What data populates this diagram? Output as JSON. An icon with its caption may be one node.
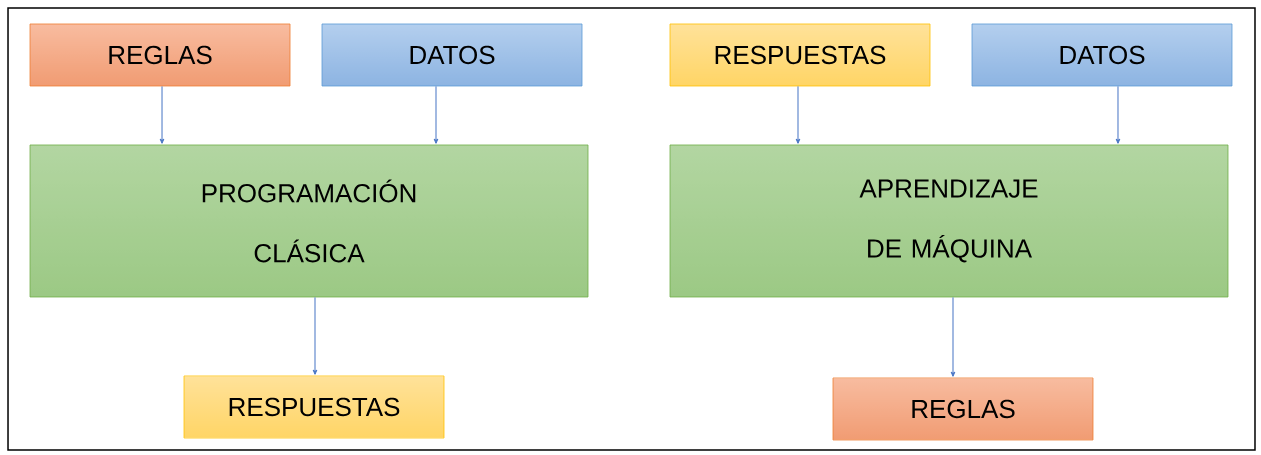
{
  "diagram": {
    "nodes": [
      {
        "text": [
          "REGLAS"
        ]
      },
      {
        "text": [
          "DATOS"
        ]
      },
      {
        "text": [
          "PROGRAMACIÓN CLÁSICA"
        ]
      },
      {
        "text": [
          "RESPUESTAS"
        ]
      },
      {
        "text": [
          "RESPUESTAS"
        ]
      },
      {
        "text": [
          "DATOS"
        ]
      },
      {
        "text": [
          "APRENDIZAJE DE MÁQUINA"
        ]
      },
      {
        "text": [
          "REGLAS"
        ]
      }
    ],
    "edges": [
      {
        "from": 0,
        "to": 2,
        "arrow": "to"
      },
      {
        "from": 1,
        "to": 2,
        "arrow": "to"
      },
      {
        "from": 2,
        "to": 3,
        "arrow": "to"
      },
      {
        "from": 4,
        "to": 6,
        "arrow": "to"
      },
      {
        "from": 5,
        "to": 6,
        "arrow": "to"
      },
      {
        "from": 6,
        "to": 7,
        "arrow": "to"
      }
    ]
  }
}
